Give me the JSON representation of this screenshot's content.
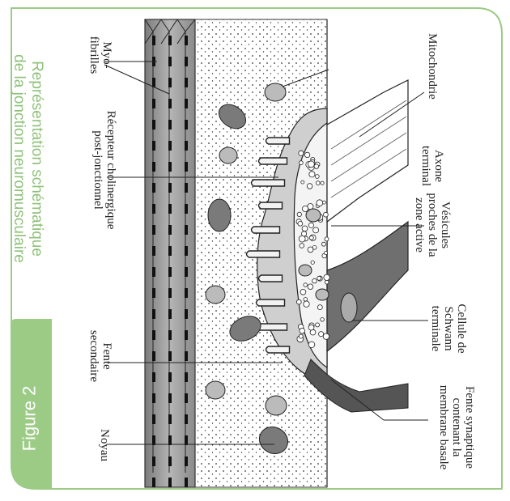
{
  "title": "Représentation schématique\nde la jonction neuromusculaire",
  "figure_label": "Figure 2",
  "labels": {
    "myofibrilles": "Myo-\nfibrilles",
    "recepteur": "Récepteur cholinergique\npost-jonctionnel",
    "fente_secondaire": "Fente\nsecondaire",
    "noyau": "Noyau",
    "mitochondrie": "Mitochondrie",
    "axone": "Axone\nterminal",
    "vesicules": "Vésicules\nproches de la\nzone active",
    "schwann": "Cellule de\nSchwann\nterminale",
    "fente_synaptique": "Fente synaptique\ncontenant la\nmembrane basale"
  },
  "colors": {
    "accent_green": "#8fc27a",
    "frame_green": "#9ccb86",
    "dark_grey": "#555555",
    "mid_grey": "#8a8a8a",
    "light_grey": "#cfcfcf"
  }
}
